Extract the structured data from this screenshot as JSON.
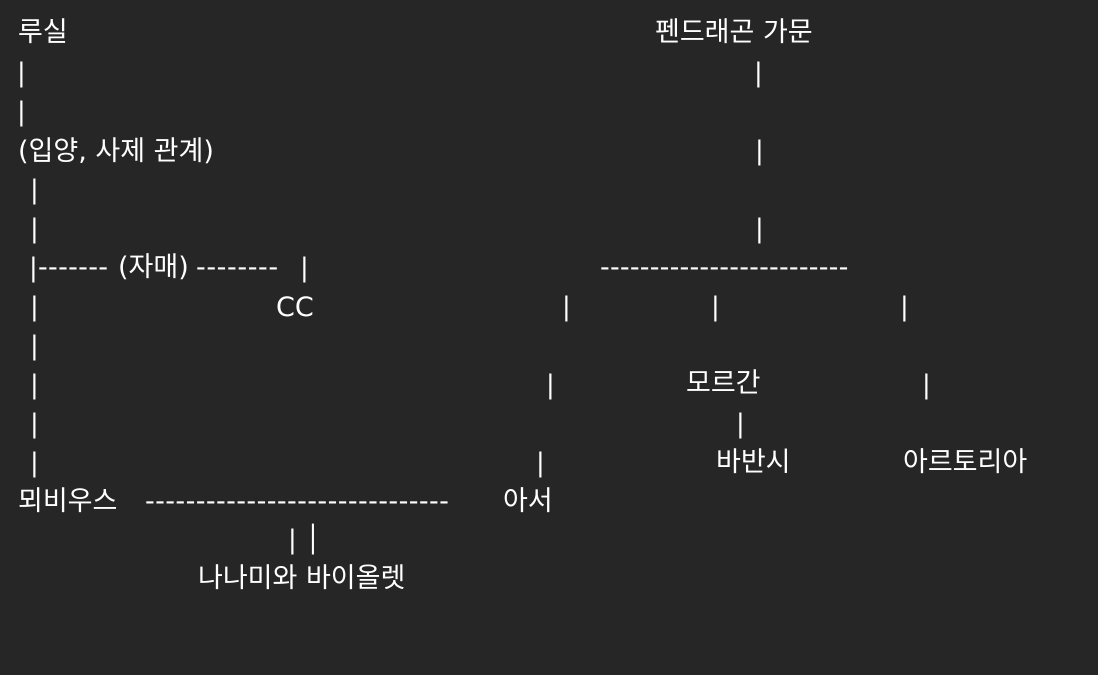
{
  "text_color": "#ffffff",
  "background": "#262626",
  "nodes": {
    "lucile": "루실",
    "pendragon": "펜드래곤 가문",
    "relation_adoption": "(입양, 사제 관계)",
    "relation_sister": "(자매)",
    "cc": "CC",
    "morgan": "모르간",
    "vavanshi": "바반시",
    "artoria": "아르토리아",
    "mobius": "뫼비우스",
    "arthur": "아서",
    "nanami_violet": "나나미와 바이올렛"
  },
  "connectors": {
    "bar": "|",
    "dash_left_sister": "-------",
    "dash_right_sister": "--------",
    "dash_pendragon": "-------------------------",
    "dash_mobius_arthur": "------------------------------",
    "bar_pair": "| │"
  }
}
